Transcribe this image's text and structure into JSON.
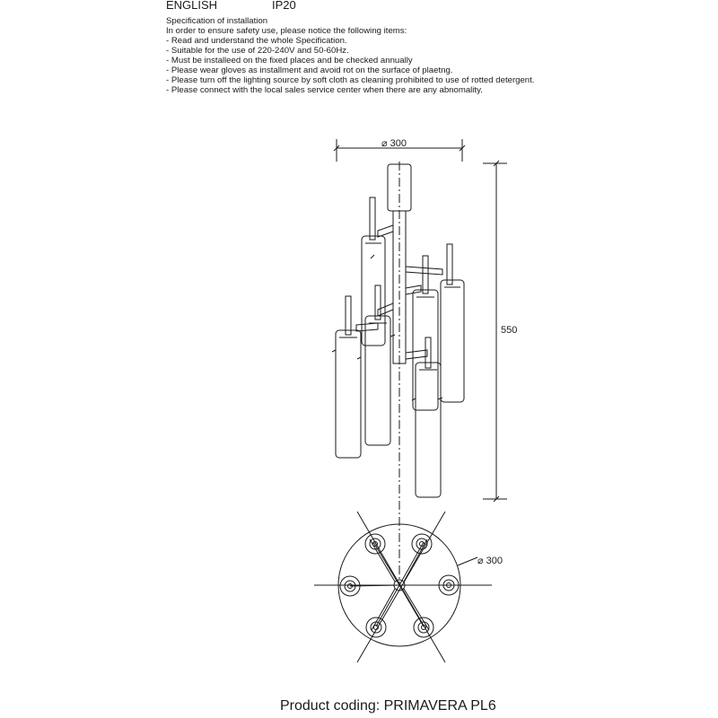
{
  "header": {
    "language": "ENGLISH",
    "ip_rating": "IP20",
    "spec_lines": [
      "Specification of installation",
      "In order to ensure safety use, please notice the following items:",
      "- Read and understand the whole Specification.",
      "- Suitable for the use of 220-240V and 50-60Hz.",
      "- Must be installeed on the fixed places and be checked annually",
      "- Please wear gloves as installment and avoid rot on the surface of plaetng.",
      "- Please turn off the lighting source by soft cloth as cleaning prohibited to use of rotted detergent.",
      "- Please connect with the local sales service center when there are any abnomality."
    ]
  },
  "dimensions": {
    "top_diameter": "⌀ 300",
    "height": "550",
    "plan_diameter": "⌀ 300"
  },
  "footer": {
    "product_coding": "Product coding: PRIMAVERA PL6"
  }
}
